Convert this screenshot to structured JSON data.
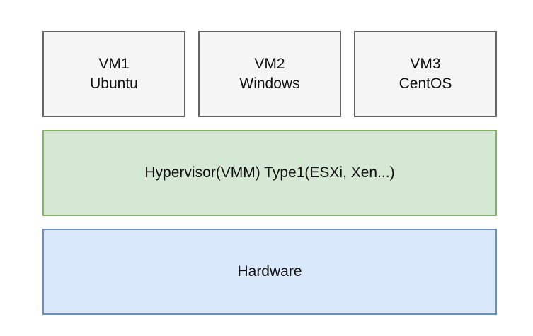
{
  "diagram": {
    "vms": [
      {
        "name": "VM1",
        "os": "Ubuntu"
      },
      {
        "name": "VM2",
        "os": "Windows"
      },
      {
        "name": "VM3",
        "os": "CentOS"
      }
    ],
    "hypervisor": {
      "label": "Hypervisor(VMM) Type1(ESXi, Xen...)"
    },
    "hardware": {
      "label": "Hardware"
    }
  },
  "colors": {
    "vm_fill": "#f5f5f5",
    "vm_stroke": "#666666",
    "hypervisor_fill": "#d5e8d4",
    "hypervisor_stroke": "#82b366",
    "hardware_fill": "#dae8fc",
    "hardware_stroke": "#6c8ebf"
  }
}
